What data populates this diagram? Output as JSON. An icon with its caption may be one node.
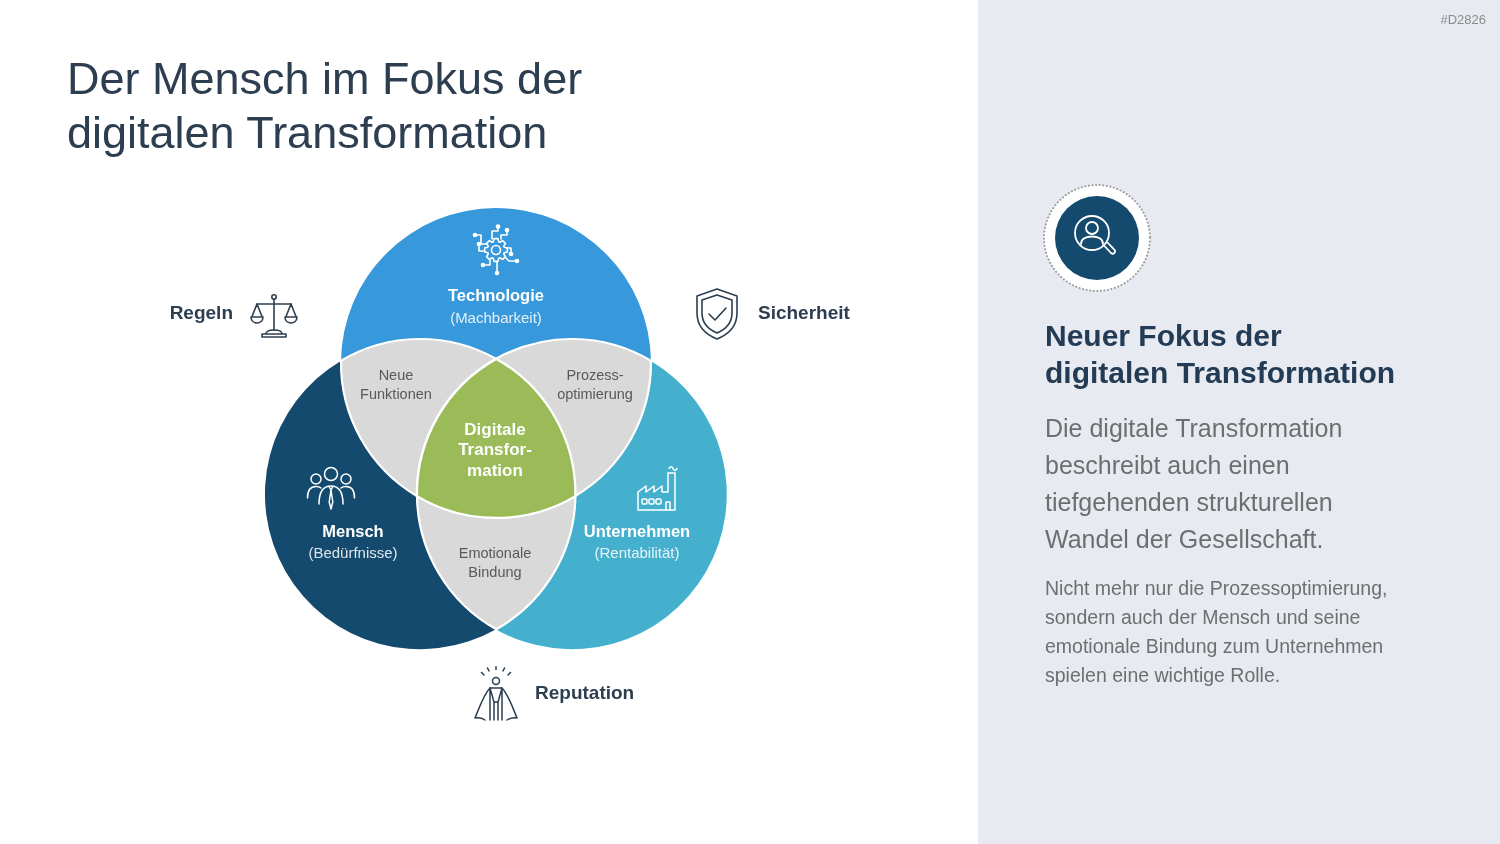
{
  "diagram": {
    "title": "Der Mensch im Fokus der digitalen Transformation",
    "nodes": [
      {
        "text": [
          "Technologie",
          "(Machbarkeit)"
        ]
      },
      {
        "text": [
          "Neue Funktionen"
        ]
      },
      {
        "text": [
          "Prozess- optimierung"
        ]
      },
      {
        "text": [
          "Digitale Transfor- mation"
        ]
      },
      {
        "text": [
          "Mensch",
          "(Bedürfnisse)"
        ]
      },
      {
        "text": [
          "Unternehmen",
          "(Rentabilität)"
        ]
      },
      {
        "text": [
          "Emotionale Bindung"
        ]
      },
      {
        "text": [
          "Neuer Fokus der digitalen Transformation",
          "Die digitale Transformation beschreibt auch einen tiefgehenden strukturellen Wandel der Gesellschaft.",
          "Nicht mehr nur die Prozessoptimierung, sondern auch der Mensch und seine emotionale Bindung zum Unternehmen spielen eine wichtige Rolle."
        ]
      }
    ],
    "labels": [
      "#D2826",
      "Regeln",
      "Sicherheit",
      "Reputation"
    ]
  }
}
